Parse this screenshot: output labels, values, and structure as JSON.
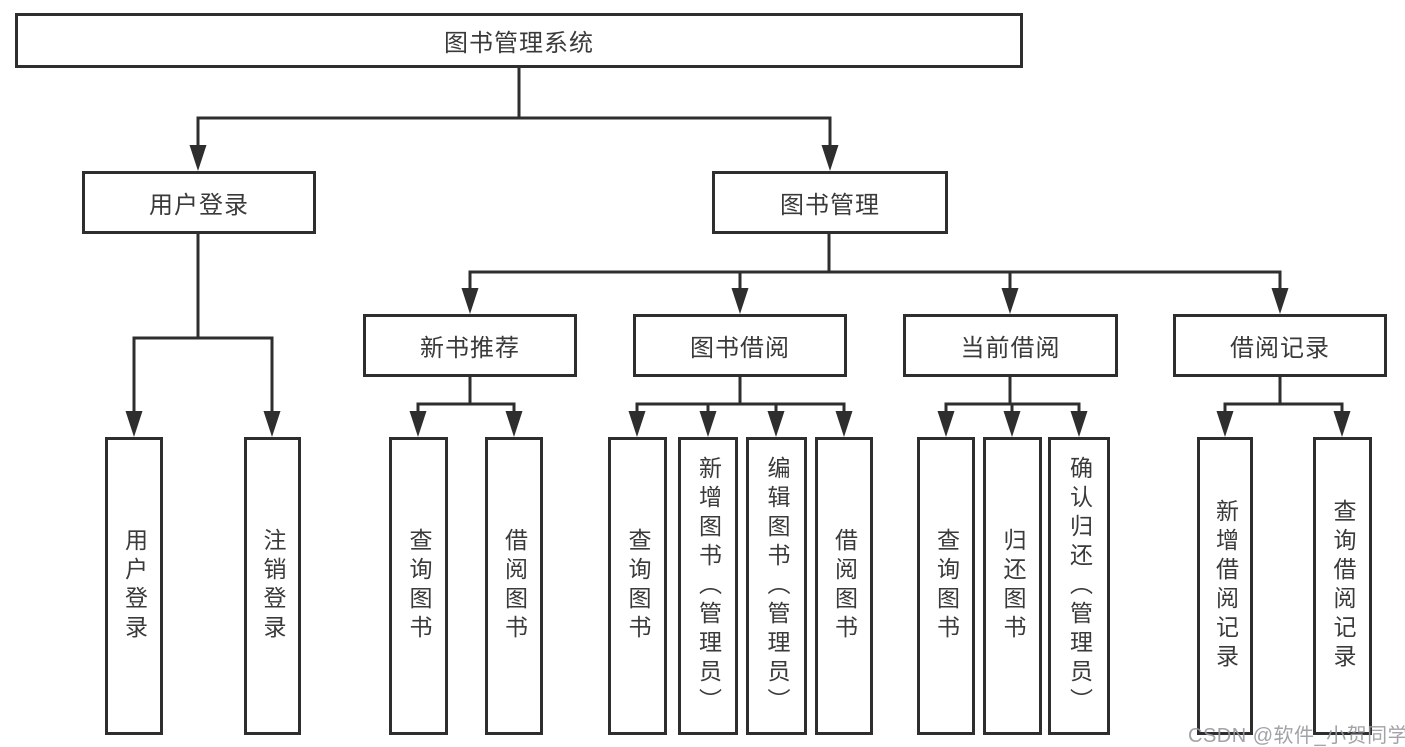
{
  "root": {
    "label": "图书管理系统"
  },
  "level2": {
    "user_login": {
      "label": "用户登录"
    },
    "book_management": {
      "label": "图书管理"
    }
  },
  "level3": {
    "new_book_recommend": {
      "label": "新书推荐"
    },
    "book_borrowing": {
      "label": "图书借阅"
    },
    "current_borrowing": {
      "label": "当前借阅"
    },
    "borrowing_records": {
      "label": "借阅记录"
    }
  },
  "leaves": {
    "user_login": {
      "label": "用户登录"
    },
    "logout": {
      "label": "注销登录"
    },
    "query_books_recommend": {
      "label": "查询图书"
    },
    "borrow_books_recommend": {
      "label": "借阅图书"
    },
    "query_books_borrowing": {
      "label": "查询图书"
    },
    "add_books_admin": {
      "label": "新增图书（管理员）"
    },
    "edit_books_admin": {
      "label": "编辑图书（管理员）"
    },
    "borrow_books_borrowing": {
      "label": "借阅图书"
    },
    "query_books_current": {
      "label": "查询图书"
    },
    "return_books": {
      "label": "归还图书"
    },
    "confirm_return_admin": {
      "label": "确认归还（管理员）"
    },
    "add_borrow_record": {
      "label": "新增借阅记录"
    },
    "query_borrow_record": {
      "label": "查询借阅记录"
    }
  },
  "watermark": {
    "text": "CSDN @软件_小贺同学"
  },
  "colors": {
    "line": "#2e2e2e",
    "text": "#3a3a3a",
    "box_background": "#ffffff",
    "watermark": "#98989e"
  }
}
